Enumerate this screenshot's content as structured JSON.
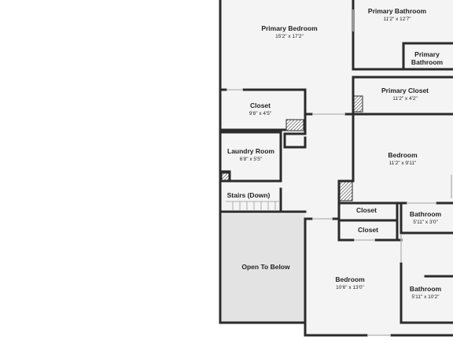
{
  "rooms": {
    "primary_bedroom": {
      "name": "Primary Bedroom",
      "dims": "15'2\" x 17'2\""
    },
    "primary_bathroom": {
      "name": "Primary Bathroom",
      "dims": "11'2\" x 12'7\""
    },
    "primary_bathroom_inner": {
      "name_line1": "Primary",
      "name_line2": "Bathroom"
    },
    "primary_closet": {
      "name": "Primary Closet",
      "dims": "11'2\" x 4'2\""
    },
    "closet_upper": {
      "name": "Closet",
      "dims": "9'6\" x 4'5\""
    },
    "laundry_room": {
      "name": "Laundry Room",
      "dims": "6'8\" x 5'5\""
    },
    "stairs": {
      "name": "Stairs (Down)"
    },
    "bedroom_right": {
      "name": "Bedroom",
      "dims": "11'2\" x 9'11\""
    },
    "closet_a": {
      "name": "Closet"
    },
    "closet_b": {
      "name": "Closet"
    },
    "bathroom_small": {
      "name": "Bathroom",
      "dims": "5'11\" x 3'0\""
    },
    "open_to_below": {
      "name": "Open To Below"
    },
    "bedroom_bottom": {
      "name": "Bedroom",
      "dims": "10'6\" x 13'0\""
    },
    "bathroom_bottom": {
      "name": "Bathroom",
      "dims": "5'11\" x 10'2\""
    }
  },
  "colors": {
    "wall": "#2b2b2b",
    "floor": "#f4f4f4",
    "open_below": "#e3e3e3"
  }
}
